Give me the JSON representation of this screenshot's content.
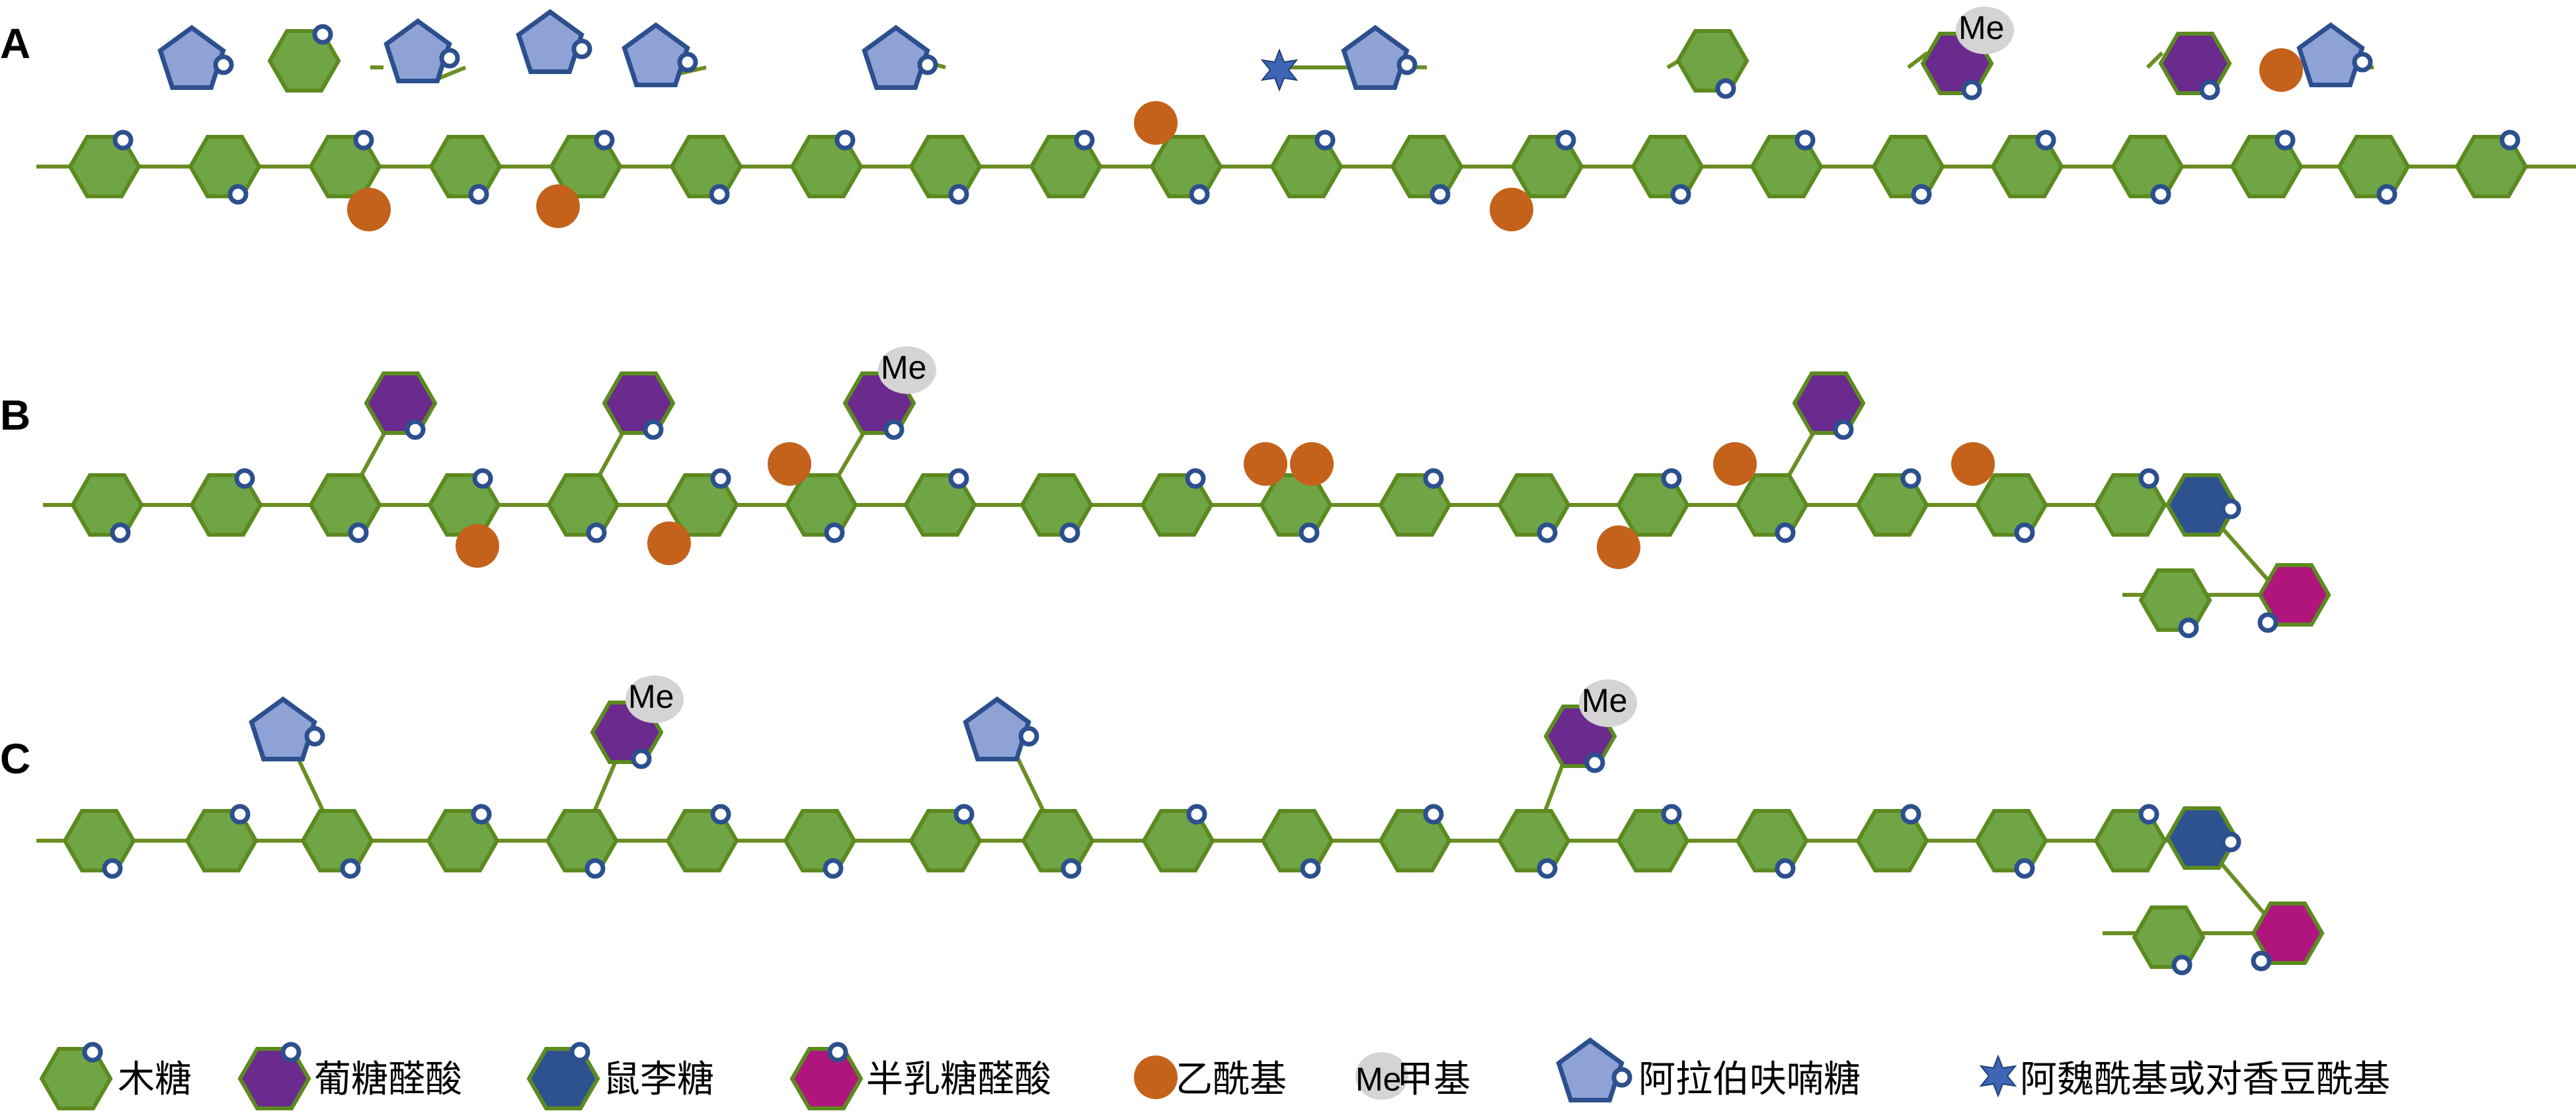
{
  "colors": {
    "xylose": "#6fa544",
    "xylose_stroke": "#5c8a1f",
    "glcA": "#6a2a8e",
    "rhamnose": "#2e5290",
    "galA": "#b0157d",
    "acetyl": "#c4621b",
    "methyl_bg": "#d4d4d4",
    "arabinose": "#8fa2d6",
    "arabinose_stroke": "#2c4f8e",
    "feruloyl": "#3f66b5",
    "line": "#6b8e23",
    "ring_stroke": "#2c4f8e"
  },
  "panels": [
    {
      "label": "A"
    },
    {
      "label": "B"
    },
    {
      "label": "C"
    }
  ],
  "me_label": "Me",
  "legend": {
    "xylose": "木糖",
    "glcA": "葡糖醛酸",
    "rhamnose": "鼠李糖",
    "galA": "半乳糖醛酸",
    "acetyl": "乙酰基",
    "methyl_symbol": "Me",
    "methyl": "甲基",
    "arabinose": "阿拉伯呋喃糖",
    "feruloyl": "阿魏酰基或对香豆酰基"
  }
}
